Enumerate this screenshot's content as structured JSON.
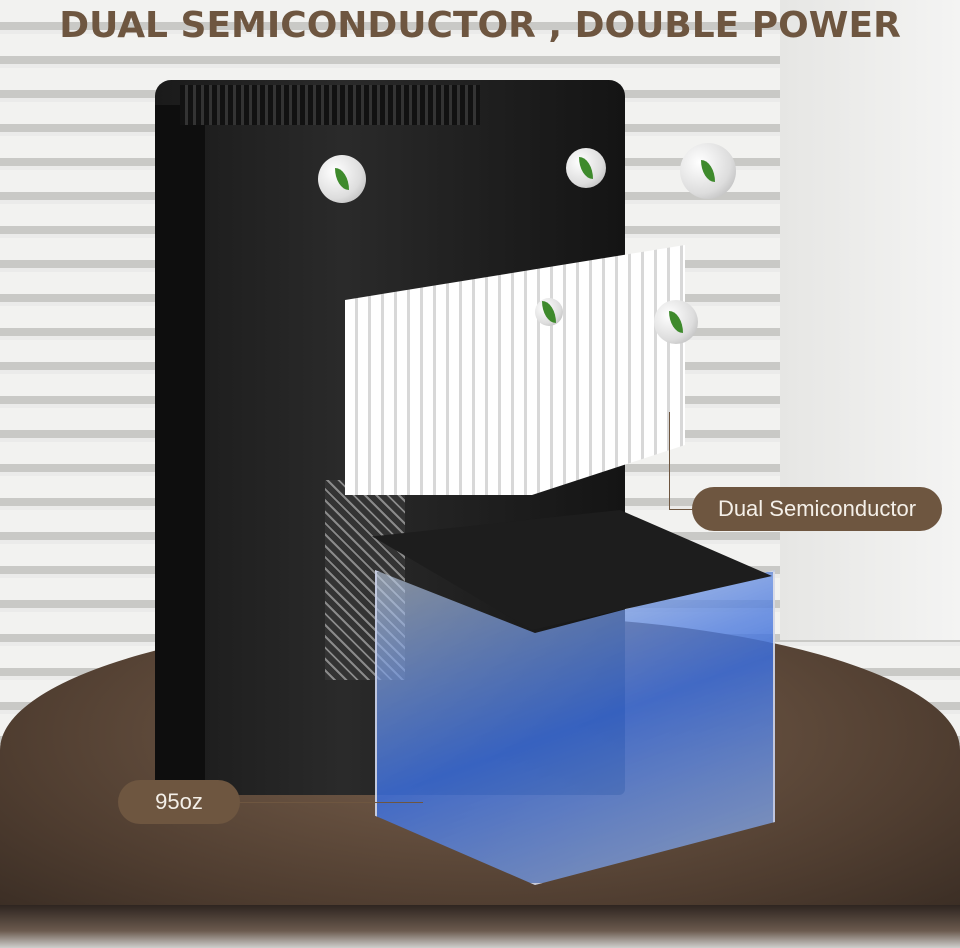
{
  "headline": "DUAL SEMICONDUCTOR , DOUBLE POWER",
  "callouts": {
    "semiconductor": "Dual Semiconductor",
    "capacity": "95oz"
  },
  "colors": {
    "brand_brown": "#6e5640",
    "text_light": "#f4efe8"
  }
}
